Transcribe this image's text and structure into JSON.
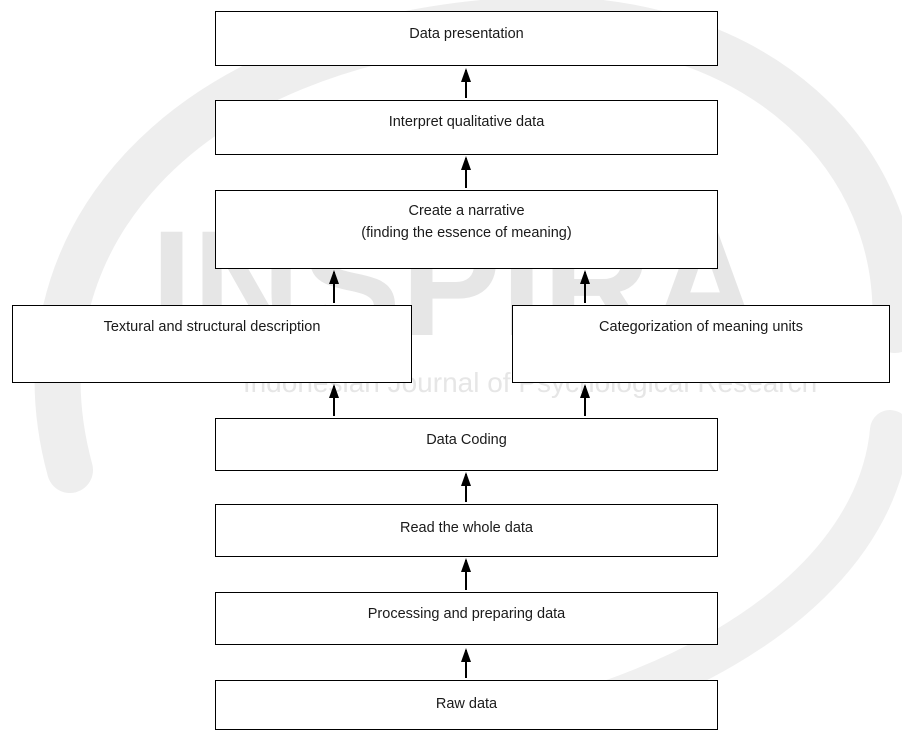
{
  "watermark": {
    "logo_text": "INSPIRA",
    "tagline": "Indonesian Journal of Psychological Research"
  },
  "flowchart": {
    "nodes": {
      "raw_data": "Raw data",
      "processing": "Processing and preparing data",
      "read_whole": "Read the whole data",
      "data_coding": "Data Coding",
      "textural": "Textural and structural description",
      "categorization": "Categorization of  meaning units",
      "narrative_line1": "Create a narrative",
      "narrative_line2": "(finding the essence of meaning)",
      "interpret": "Interpret qualitative data",
      "presentation": "Data presentation"
    },
    "edges": [
      [
        "raw_data",
        "processing"
      ],
      [
        "processing",
        "read_whole"
      ],
      [
        "read_whole",
        "data_coding"
      ],
      [
        "data_coding",
        "textural"
      ],
      [
        "data_coding",
        "categorization"
      ],
      [
        "textural",
        "narrative"
      ],
      [
        "categorization",
        "narrative"
      ],
      [
        "narrative",
        "interpret"
      ],
      [
        "interpret",
        "presentation"
      ]
    ]
  }
}
